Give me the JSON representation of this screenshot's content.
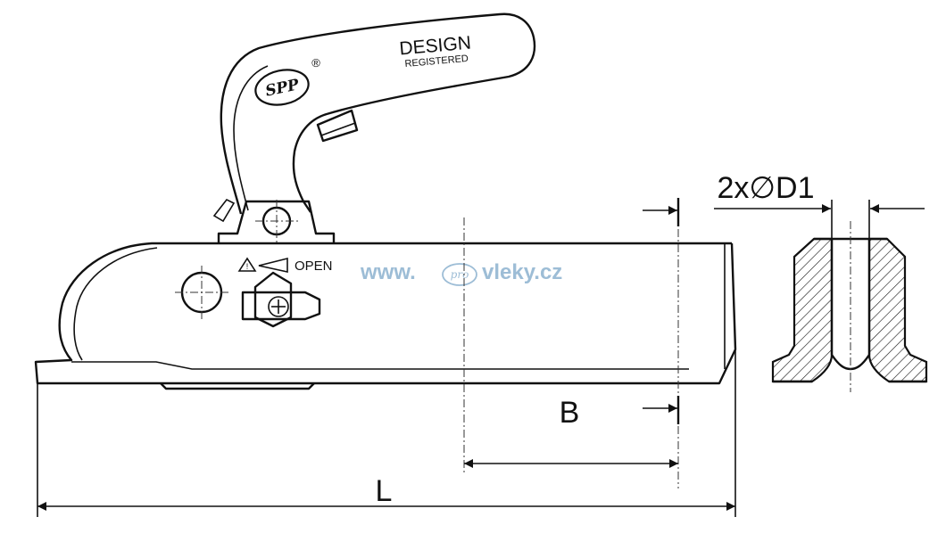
{
  "labels": {
    "brand_design": "DESIGN",
    "brand_registered": "REGISTERED",
    "registered_mark": "®",
    "logo": "SPP",
    "open_label": "OPEN",
    "warning_symbol": "⚠"
  },
  "dimensions": {
    "diameter": "2x∅D1",
    "B": "B",
    "L": "L"
  },
  "watermark": {
    "prefix": "www.",
    "middle": "pro",
    "suffix": "vleky.cz"
  },
  "colors": {
    "line": "#111111",
    "watermark": "#9dbdd6",
    "background": "#ffffff"
  }
}
